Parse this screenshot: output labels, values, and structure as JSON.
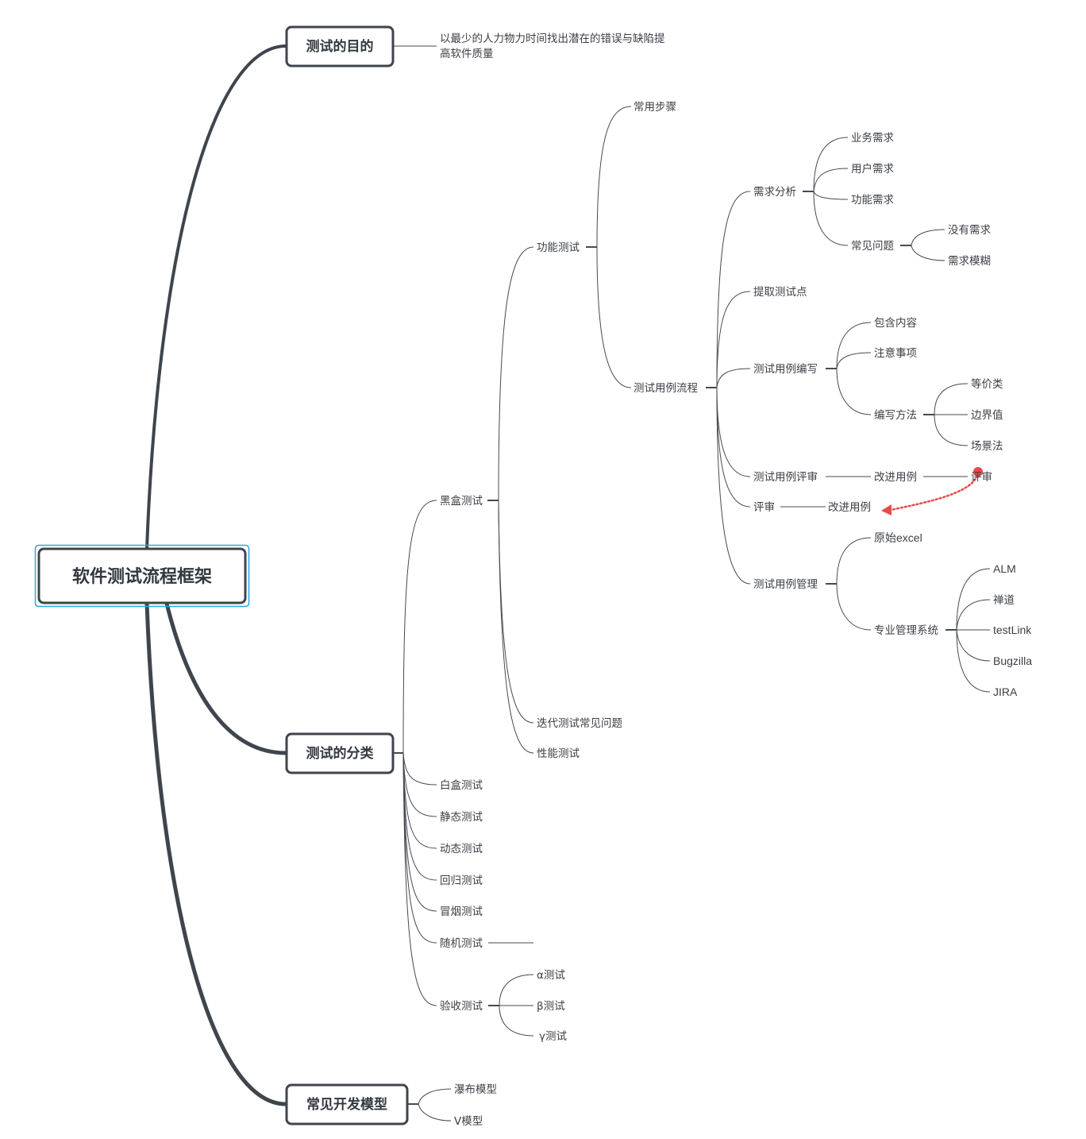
{
  "root": {
    "label": "软件测试流程框架"
  },
  "purpose": {
    "label": "测试的目的",
    "desc_line1": "以最少的人力物力时间找出潜在的错误与缺陷提",
    "desc_line2": "高软件质量"
  },
  "classification": {
    "label": "测试的分类",
    "black_box": {
      "label": "黑盒测试",
      "functional": {
        "label": "功能测试",
        "common_steps": "常用步骤",
        "case_flow": {
          "label": "测试用例流程",
          "req_analysis": {
            "label": "需求分析",
            "business": "业务需求",
            "user": "用户需求",
            "function": "功能需求",
            "common_issues": {
              "label": "常见问题",
              "no_req": "没有需求",
              "vague_req": "需求模糊"
            }
          },
          "extract_points": "提取测试点",
          "case_writing": {
            "label": "测试用例编写",
            "contents": "包含内容",
            "notes": "注意事项",
            "methods": {
              "label": "编写方法",
              "equivalence": "等价类",
              "boundary": "边界值",
              "scenario": "场景法"
            }
          },
          "case_review": {
            "label": "测试用例评审",
            "improve": "改进用例",
            "review": "评审"
          },
          "review": {
            "label": "评审",
            "improve": "改进用例"
          },
          "case_management": {
            "label": "测试用例管理",
            "excel": "原始excel",
            "pro_system": {
              "label": "专业管理系统",
              "alm": "ALM",
              "zentao": "禅道",
              "testlink": "testLink",
              "bugzilla": "Bugzilla",
              "jira": "JIRA"
            }
          }
        }
      },
      "iteration_issues": "迭代测试常见问题",
      "performance": "性能测试"
    },
    "white_box": "白盒测试",
    "static": "静态测试",
    "dynamic": "动态测试",
    "regression": "回归测试",
    "smoke": "冒烟测试",
    "random": "随机测试",
    "acceptance": {
      "label": "验收测试",
      "alpha": "α测试",
      "beta": "β测试",
      "gamma": "γ测试"
    }
  },
  "dev_models": {
    "label": "常见开发模型",
    "waterfall": "瀑布模型",
    "v_model": "V模型"
  },
  "colors": {
    "line": "#454a52",
    "box_border": "#3f454d",
    "selection": "#29a8e0",
    "relationship": "#e84a4a"
  }
}
